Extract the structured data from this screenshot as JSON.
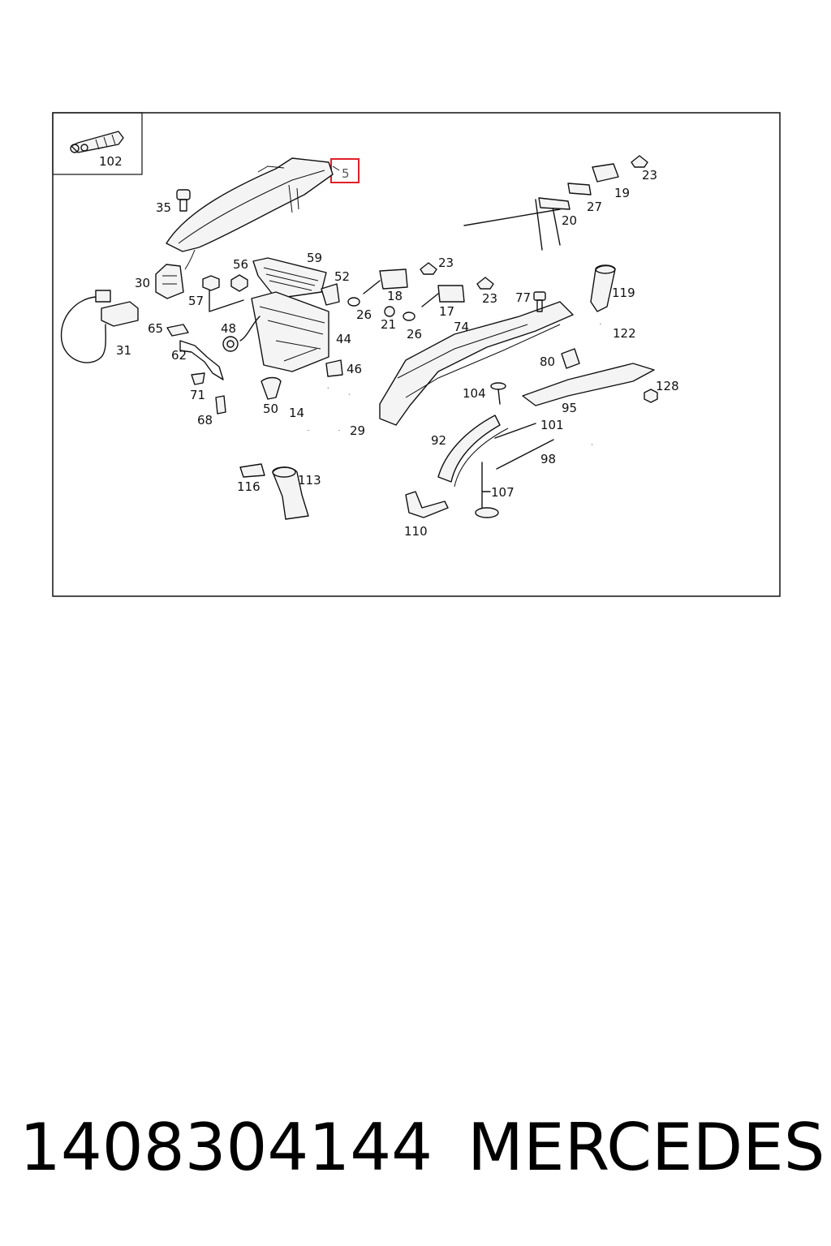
{
  "figure": {
    "inset_label": "102",
    "highlighted_label": "5",
    "highlight_color": "#e0202a",
    "callouts": [
      "35",
      "30",
      "31",
      "57",
      "56",
      "59",
      "52",
      "48",
      "44",
      "46",
      "65",
      "62",
      "71",
      "68",
      "50",
      "14",
      "29",
      "18",
      "23",
      "26",
      "21",
      "17",
      "74",
      "77",
      "119",
      "122",
      "80",
      "104",
      "95",
      "128",
      "92",
      "101",
      "98",
      "107",
      "110",
      "116",
      "113",
      "19",
      "27",
      "20"
    ]
  },
  "caption": {
    "part_number": "1408304144",
    "brand": "MERCEDES"
  }
}
